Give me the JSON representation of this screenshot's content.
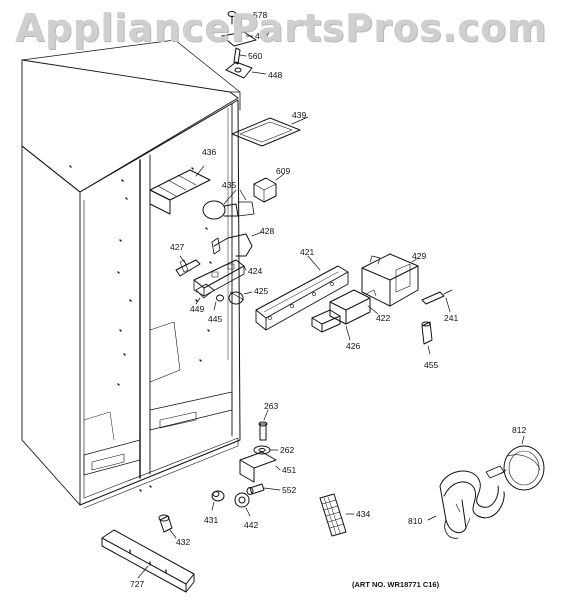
{
  "watermark": "AppliancePartsPros.com",
  "art_number": "(ART NO. WR18771 C16)",
  "callouts": [
    {
      "id": "578",
      "label": "578"
    },
    {
      "id": "447",
      "label": "447"
    },
    {
      "id": "560",
      "label": "560"
    },
    {
      "id": "448",
      "label": "448"
    },
    {
      "id": "439",
      "label": "439"
    },
    {
      "id": "436",
      "label": "436"
    },
    {
      "id": "609",
      "label": "609"
    },
    {
      "id": "435",
      "label": "435"
    },
    {
      "id": "428",
      "label": "428"
    },
    {
      "id": "427",
      "label": "427"
    },
    {
      "id": "421",
      "label": "421"
    },
    {
      "id": "429",
      "label": "429"
    },
    {
      "id": "424",
      "label": "424"
    },
    {
      "id": "425",
      "label": "425"
    },
    {
      "id": "449",
      "label": "449"
    },
    {
      "id": "445",
      "label": "445"
    },
    {
      "id": "422",
      "label": "422"
    },
    {
      "id": "241",
      "label": "241"
    },
    {
      "id": "426",
      "label": "426"
    },
    {
      "id": "455",
      "label": "455"
    },
    {
      "id": "263",
      "label": "263"
    },
    {
      "id": "262",
      "label": "262"
    },
    {
      "id": "451",
      "label": "451"
    },
    {
      "id": "552",
      "label": "552"
    },
    {
      "id": "812",
      "label": "812"
    },
    {
      "id": "431",
      "label": "431"
    },
    {
      "id": "442",
      "label": "442"
    },
    {
      "id": "434",
      "label": "434"
    },
    {
      "id": "810",
      "label": "810"
    },
    {
      "id": "432",
      "label": "432"
    },
    {
      "id": "727",
      "label": "727"
    }
  ]
}
